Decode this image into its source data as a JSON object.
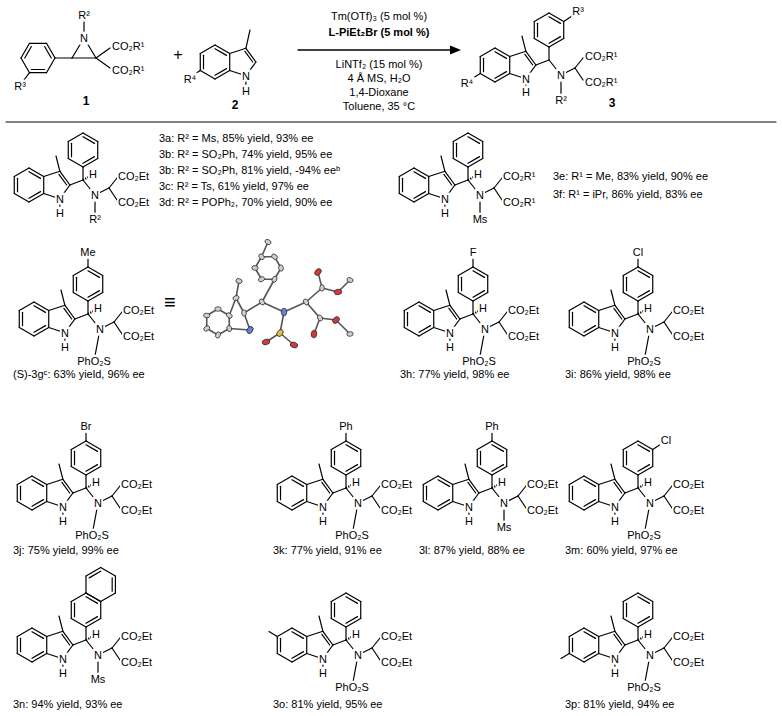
{
  "diagram": {
    "labels": [
      "R²",
      "N",
      "CO₂R¹",
      "CO₂R¹",
      "R³",
      "1",
      "+",
      "R⁴",
      "N",
      "H",
      "2",
      "Tm(OTf)₃ (5 mol %)",
      "L-PiEt₂Br (5 mol %)",
      "LiNTf₂ (15 mol %)",
      "4 Å MS, H₂O",
      "1,4-Dioxane",
      "Toluene, 35 °C",
      "R³",
      "R⁴",
      "N",
      "H",
      "N",
      "R²",
      "CO₂R¹",
      "CO₂R¹",
      "3",
      "N",
      "H",
      "H",
      "N",
      "R²",
      "CO₂Et",
      "CO₂Et",
      "3a: R² = Ms, 85% yield, 93% ee",
      "3b: R² = SO₂Ph, 74% yield, 95% ee",
      "3b: R² = SO₂Ph, 81% yield, -94% eeᵇ",
      "3c: R² = Ts, 61% yield, 97% ee",
      "3d: R² = POPh₂, 70% yield, 90% ee",
      "N",
      "H",
      "H",
      "N",
      "Ms",
      "CO₂R¹",
      "CO₂R¹",
      "3e: R¹ = Me, 83% yield, 90% ee",
      "3f: R¹ = iPr, 86% yield, 83% ee",
      "Me",
      "N",
      "H",
      "H",
      "N",
      "PhO₂S",
      "CO₂Et",
      "CO₂Et",
      "(S)-3gᶜ: 63% yield, 96% ee",
      "≡",
      "F",
      "N",
      "H",
      "H",
      "N",
      "PhO₂S",
      "CO₂Et",
      "CO₂Et",
      "3h: 77% yield, 98% ee",
      "Cl",
      "N",
      "H",
      "H",
      "N",
      "PhO₂S",
      "CO₂Et",
      "CO₂Et",
      "3i: 86% yield, 98% ee",
      "Br",
      "N",
      "H",
      "H",
      "N",
      "PhO₂S",
      "CO₂Et",
      "CO₂Et",
      "3j: 75% yield, 99% ee",
      "Ph",
      "N",
      "H",
      "H",
      "N",
      "PhO₂S",
      "CO₂Et",
      "CO₂Et",
      "3k: 77% yield, 91% ee",
      "Ph",
      "N",
      "H",
      "H",
      "N",
      "Ms",
      "CO₂Et",
      "CO₂Et",
      "3l: 87% yield, 88% ee",
      "N",
      "H",
      "H",
      "N",
      "PhO₂S",
      "CO₂Et",
      "CO₂Et",
      "Cl",
      "3m: 60% yield, 97% ee",
      "N",
      "H",
      "H",
      "N",
      "Ms",
      "CO₂Et",
      "CO₂Et",
      "3n: 94% yield, 93% ee",
      "N",
      "H",
      "H",
      "N",
      "PhO₂S",
      "CO₂Et",
      "CO₂Et",
      "3o: 81% yield, 95% ee",
      "N",
      "H",
      "H",
      "N",
      "PhO₂S",
      "CO₂Et",
      "CO₂Et",
      "3p: 81% yield, 94% ee"
    ]
  }
}
